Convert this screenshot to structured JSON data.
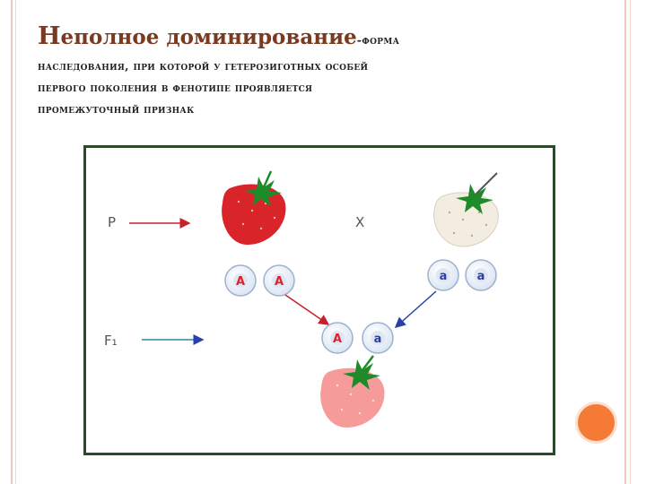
{
  "title": {
    "term_first_letter": "Н",
    "term_rest": "еполное доминирование",
    "dash_definition_start": "-форма",
    "line2": "наследования, при которой у гетерозиготных особей",
    "line3": "первого поколения в фенотипе проявляется",
    "line4": "промежуточный признак"
  },
  "diagram": {
    "parent_label": "P",
    "cross_symbol": "X",
    "f1_label": "F₁",
    "parent1_alleles": [
      "A",
      "A"
    ],
    "parent2_alleles": [
      "a",
      "a"
    ],
    "f1_alleles": [
      "A",
      "a"
    ],
    "parent1_fruit": "red-strawberry",
    "parent2_fruit": "white-strawberry",
    "f1_fruit": "pink-strawberry"
  },
  "colors": {
    "dominant_allele": "#e0202a",
    "recessive_allele": "#2b3fa8",
    "red_fruit": "#d9242a",
    "white_fruit": "#f3ece0",
    "pink_fruit": "#f59c9a",
    "accent_dot": "#f47a36"
  }
}
